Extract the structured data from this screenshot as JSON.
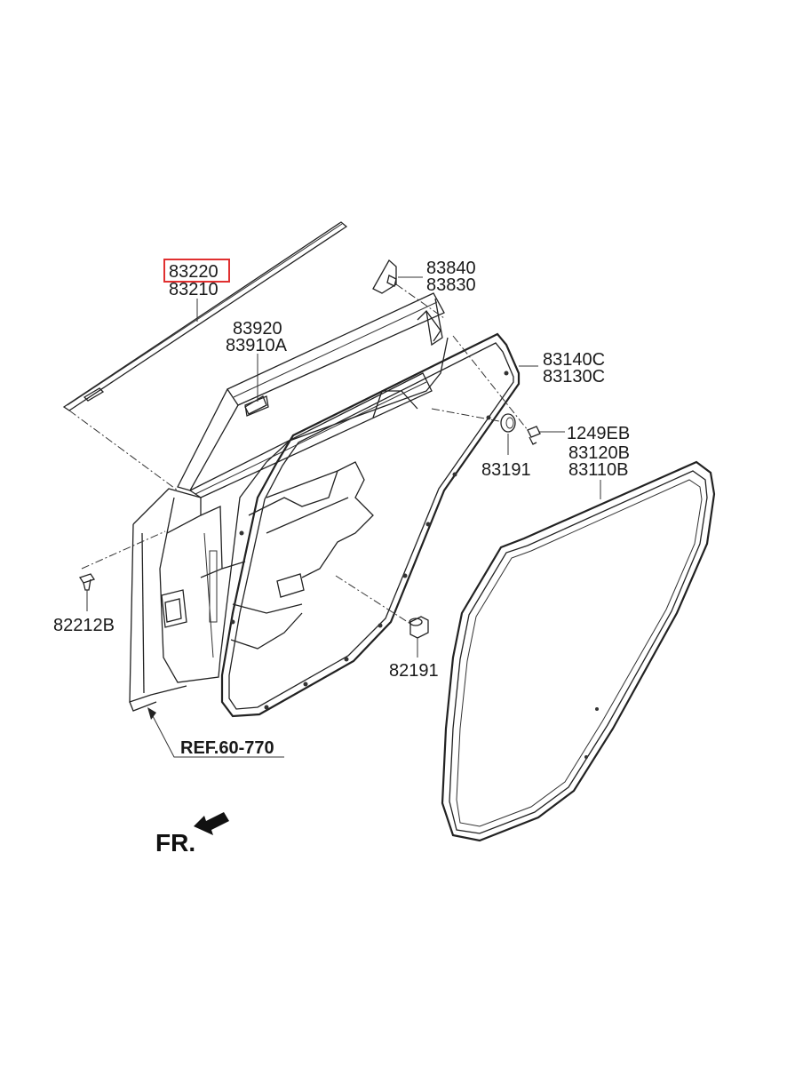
{
  "labels": {
    "p83220": "83220",
    "p83210": "83210",
    "p83840": "83840",
    "p83830": "83830",
    "p83920": "83920",
    "p83910A": "83910A",
    "p83140C": "83140C",
    "p83130C": "83130C",
    "p1249EB": "1249EB",
    "p83191": "83191",
    "p83120B": "83120B",
    "p83110B": "83110B",
    "p82212B": "82212B",
    "p82191": "82191",
    "ref": "REF.60-770",
    "fr": "FR."
  },
  "colors": {
    "highlight": "#e03030",
    "line": "#222222",
    "background": "#ffffff"
  }
}
